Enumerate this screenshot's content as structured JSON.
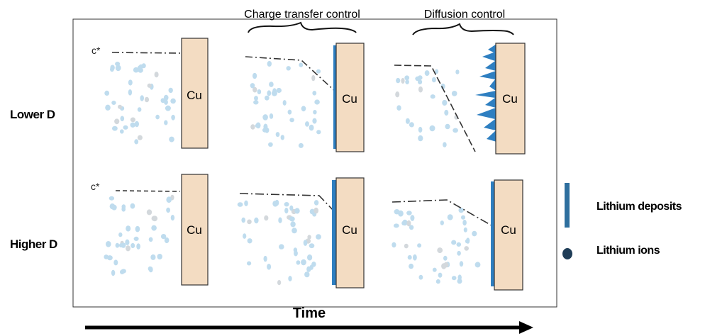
{
  "headers": {
    "charge_transfer": "Charge transfer control",
    "diffusion": "Diffusion control"
  },
  "rows": {
    "lower": "Lower D",
    "higher": "Higher D"
  },
  "electrode_label": "Cu",
  "concentration_symbol": "c*",
  "legend": {
    "deposits": "Lithium deposits",
    "ions": "Lithium ions"
  },
  "time_label": "Time",
  "colors": {
    "copper": "#f3dcc2",
    "ions": "#bfdcee",
    "deposits": "#2e7fc1",
    "legend_bar": "#2e6f9e",
    "legend_dot": "#1f3d57"
  }
}
